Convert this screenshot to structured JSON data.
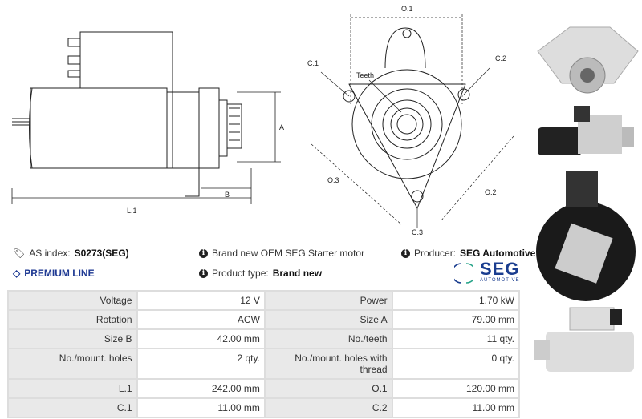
{
  "info": {
    "as_index_label": "AS index:",
    "as_index_value": "S0273(SEG)",
    "premium_line": "PREMIUM LINE",
    "description": "Brand new OEM SEG Starter motor",
    "product_type_label": "Product type:",
    "product_type_value": "Brand new",
    "producer_label": "Producer:",
    "producer_value": "SEG Automotive"
  },
  "logo": {
    "name": "SEG",
    "sub": "AUTOMOTIVE",
    "color": "#1a3d8f",
    "accent": "#2aa58a"
  },
  "drawing": {
    "side_labels": {
      "a": "A",
      "b": "B",
      "l1": "L.1"
    },
    "front_labels": {
      "o1": "O.1",
      "o2": "O.2",
      "o3": "O.3",
      "c1": "C.1",
      "c2": "C.2",
      "c3": "C.3",
      "teeth": "Teeth"
    }
  },
  "specs": [
    [
      {
        "k": "Voltage",
        "v": "12 V"
      },
      {
        "k": "Power",
        "v": "1.70 kW"
      }
    ],
    [
      {
        "k": "Rotation",
        "v": "ACW"
      },
      {
        "k": "Size A",
        "v": "79.00 mm"
      }
    ],
    [
      {
        "k": "Size B",
        "v": "42.00 mm"
      },
      {
        "k": "No./teeth",
        "v": "11 qty."
      }
    ],
    [
      {
        "k": "No./mount. holes",
        "v": "2 qty."
      },
      {
        "k": "No./mount. holes with thread",
        "v": "0 qty."
      }
    ],
    [
      {
        "k": "L.1",
        "v": "242.00 mm"
      },
      {
        "k": "O.1",
        "v": "120.00 mm"
      }
    ],
    [
      {
        "k": "C.1",
        "v": "11.00 mm"
      },
      {
        "k": "C.2",
        "v": "11.00 mm"
      }
    ]
  ]
}
